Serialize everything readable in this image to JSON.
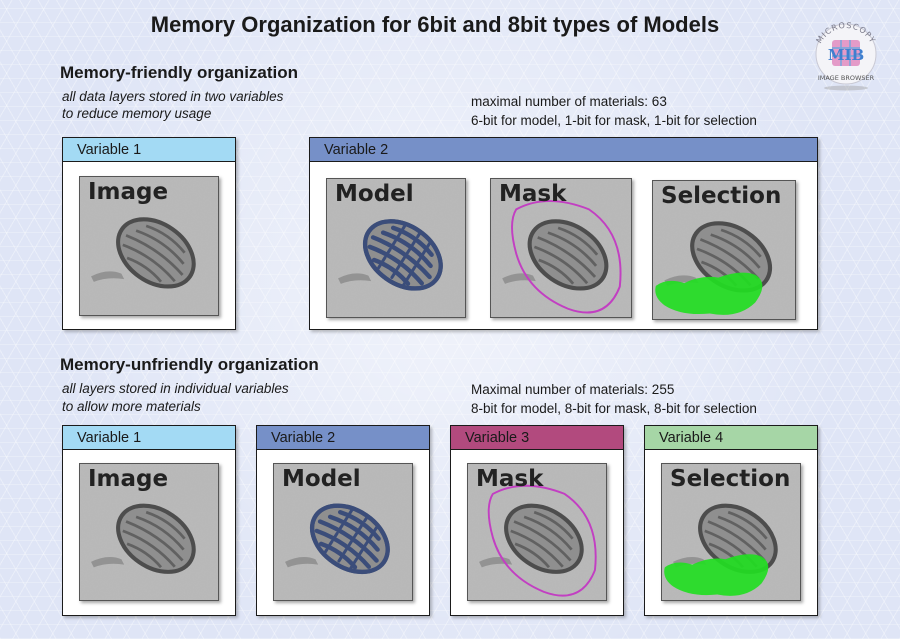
{
  "title": "Memory Organization for 6bit and 8bit types of Models",
  "logo": {
    "text_top": "MICROSCOPY",
    "text_bottom": "IMAGE BROWSER",
    "monogram": "MIB"
  },
  "friendly": {
    "heading": "Memory-friendly organization",
    "sub1": "all data layers stored in two variables",
    "sub2": "to reduce memory usage",
    "info1": "maximal number of materials: 63",
    "info2": "6-bit for model, 1-bit for mask, 1-bit for selection",
    "var1": "Variable 1",
    "var2": "Variable 2"
  },
  "unfriendly": {
    "heading": "Memory-unfriendly organization",
    "sub1": "all layers stored in individual variables",
    "sub2": "to allow more materials",
    "info1": "Maximal number of materials: 255",
    "info2": "8-bit for model, 8-bit for mask, 8-bit for selection",
    "var1": "Variable 1",
    "var2": "Variable 2",
    "var3": "Variable 3",
    "var4": "Variable 4"
  },
  "layers": {
    "image": "Image",
    "model": "Model",
    "mask": "Mask",
    "selection": "Selection"
  },
  "colors": {
    "var1": "#a3daf4",
    "var2": "#7690c8",
    "var3": "#b24a7e",
    "var4": "#a6d6a6",
    "model": "#3b4d7a",
    "mask": "#c23fc2",
    "selection": "#22dd22"
  }
}
